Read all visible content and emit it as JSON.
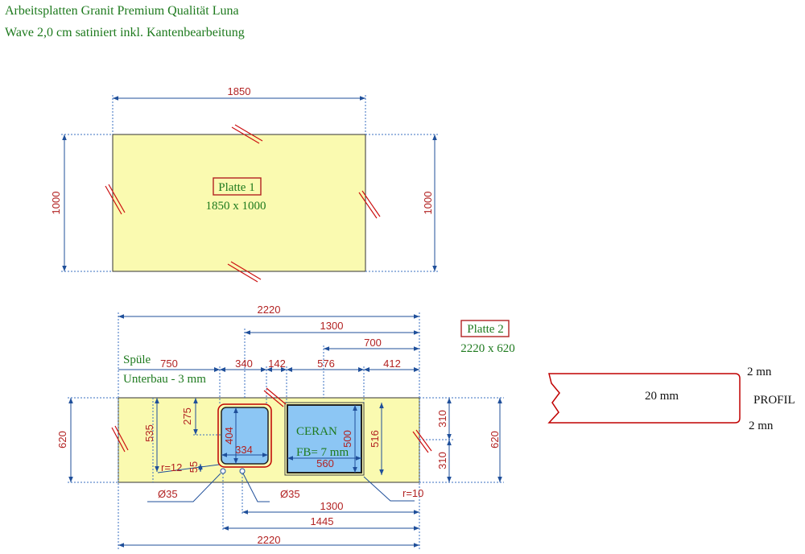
{
  "header": {
    "line1": "Arbeitsplatten Granit Premium Qualität Luna",
    "line2": "Wave 2,0 cm satiniert  inkl. Kantenbearbeitung"
  },
  "colors": {
    "slab_fill": "#fafab0",
    "dim_text": "#b22222",
    "dim_line": "#1f4f9a",
    "label_text": "#1e7a1e",
    "cutout_fill": "#8cc6f4",
    "profile_border": "#c00000"
  },
  "plate1": {
    "title": "Platte 1",
    "size": "1850 x 1000",
    "dim_width": "1850",
    "dim_height_left": "1000",
    "dim_height_right": "1000"
  },
  "plate2": {
    "title": "Platte 2",
    "size": "2220 x 620",
    "sink_label": "Spüle",
    "sink_sub": "Unterbau - 3 mm",
    "cooktop_label": "CERAN",
    "cooktop_sub": "FB= 7 mm",
    "dims": {
      "total_top": "2220",
      "d1300_top": "1300",
      "d700": "700",
      "d750": "750",
      "d340": "340",
      "d142": "142",
      "d576": "576",
      "d412": "412",
      "h620_left": "620",
      "h620_right": "620",
      "h535": "535",
      "h275": "275",
      "h404": "404",
      "w334": "334",
      "h55": "55",
      "r12": "r=12",
      "h500": "500",
      "h516": "516",
      "w560": "560",
      "h310_top": "310",
      "h310_bottom": "310",
      "hole1": "Ø35",
      "hole2": "Ø35",
      "r10": "r=10",
      "d1300_bottom": "1300",
      "d1445": "1445",
      "total_bottom": "2220"
    }
  },
  "profile": {
    "thickness": "20 mm",
    "top_edge": "2 mn",
    "bottom_edge": "2 mn",
    "title": "PROFIL"
  }
}
